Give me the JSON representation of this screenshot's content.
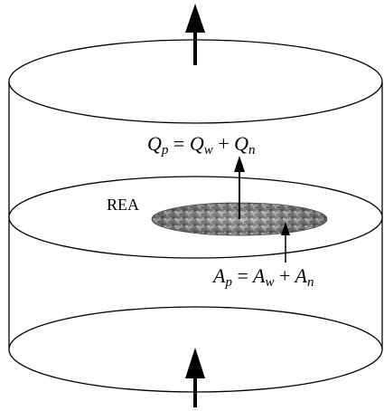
{
  "labels": {
    "flow_top": "Q_p = Q_w + Q_n",
    "rea": "REA",
    "area_bottom": "A_p = A_w + A_n"
  },
  "flow_equation": {
    "lhs": "Q",
    "lhs_sub": "p",
    "op_eq": "=",
    "t1": "Q",
    "t1_sub": "w",
    "op_plus": "+",
    "t2": "Q",
    "t2_sub": "n"
  },
  "area_equation": {
    "lhs": "A",
    "lhs_sub": "p",
    "op_eq": "=",
    "t1": "A",
    "t1_sub": "w",
    "op_plus": "+",
    "t2": "A",
    "t2_sub": "n"
  },
  "rea_label": "REA",
  "colors": {
    "stroke": "#000000",
    "background": "#ffffff",
    "rea_fill_dark": "#4a4a4a",
    "rea_fill_light": "#cfcfcf"
  }
}
